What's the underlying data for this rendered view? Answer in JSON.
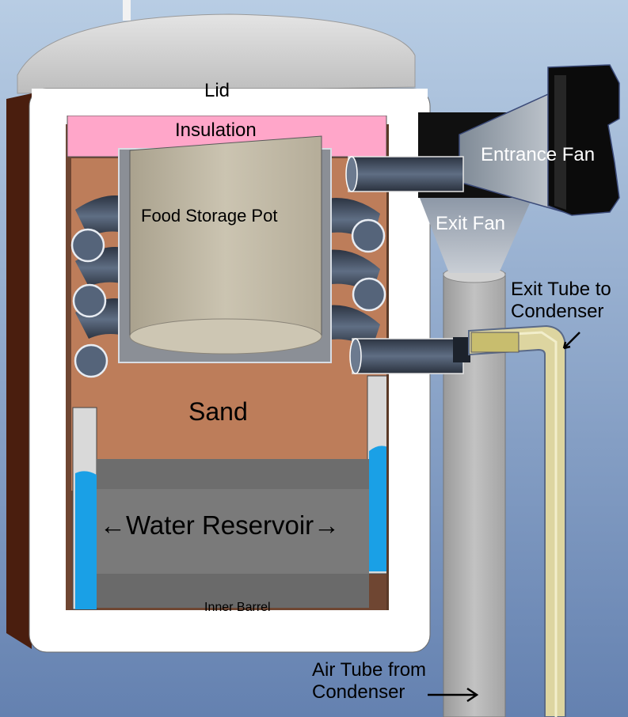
{
  "labels": {
    "lid": "Lid",
    "insulation": "Insulation",
    "food_storage_pot": "Food Storage Pot",
    "sand": "Sand",
    "water_reservoir": "←Water Reservoir→",
    "inner_barrel": "Inner Barrel",
    "entrance_fan": "Entrance Fan",
    "exit_fan": "Exit Fan",
    "exit_tube_line1": "Exit Tube to",
    "exit_tube_line2": "Condenser",
    "air_tube_line1": "Air Tube from",
    "air_tube_line2": "Condenser"
  },
  "colors": {
    "background_top": "#b5cbe3",
    "background_bottom": "#6985b2",
    "barrel_white": "#ffffff",
    "lid_grey": "#d6d6d6",
    "insulation_pink": "#ffa6c9",
    "sand_brown": "#bd7d5a",
    "pot_beige": "#c4bca8",
    "coil_blue_grey": "#4f5f75",
    "water_blue": "#1aa0e6",
    "reservoir_grey": "#7a7a7a",
    "pipe_grey": "#aaaaaa",
    "condenser_tube_yellow": "#ddd5a0",
    "fan_black": "#0b0b0b"
  }
}
